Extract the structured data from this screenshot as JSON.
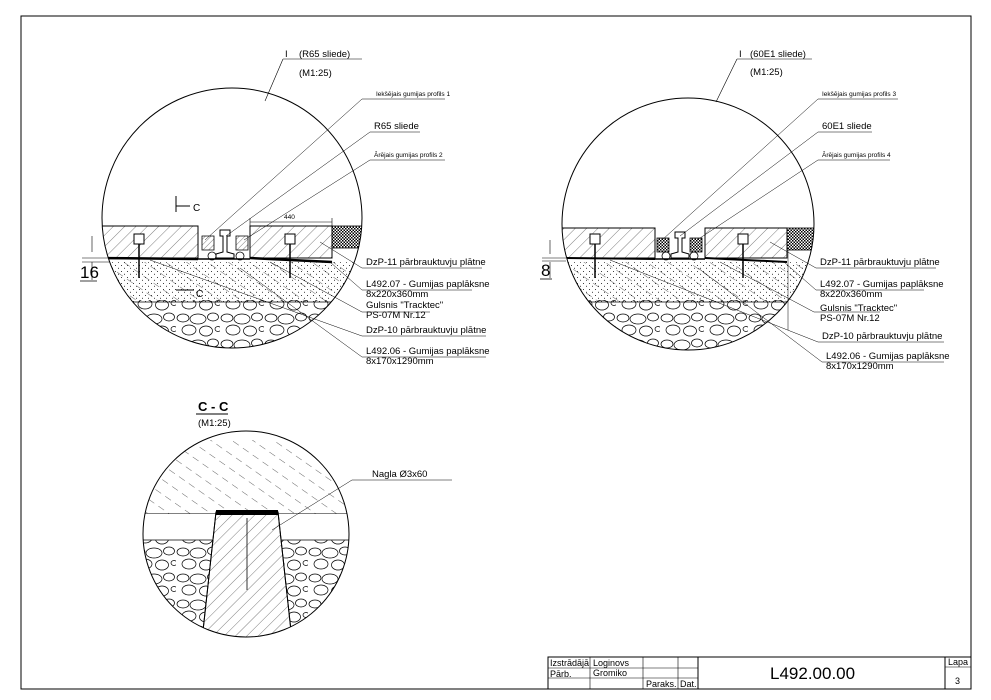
{
  "left_detail": {
    "view_mark": "I",
    "title": "(R65 sliede)",
    "scale": "(M1:25)",
    "labels": {
      "inner_profile": "Iekšējais gumijas profils 1",
      "rail": "R65 sliede",
      "outer_profile": "Ārējais gumijas profils 2",
      "dim_width": "440",
      "dzp11": "DzP-11 pārbrauktuvju plātne",
      "l49207_1": "L492.07 - Gumijas paplāksne",
      "l49207_2": "8x220x360mm",
      "sleeper_1": "Gulsnis \"Tracktec\"",
      "sleeper_2": "PS-07M Nr.12",
      "dzp10": "DzP-10 pārbrauktuvju plātne",
      "l49206_1": "L492.06 - Gumijas paplāksne",
      "l49206_2": "8x170x1290mm",
      "dim_height": "16",
      "section_mark_top": "C",
      "section_mark_bottom": "C"
    }
  },
  "right_detail": {
    "view_mark": "I",
    "title": "(60E1 sliede)",
    "scale": "(M1:25)",
    "labels": {
      "inner_profile": "Iekšējais gumijas profils 3",
      "rail": "60E1 sliede",
      "outer_profile": "Ārējais gumijas profils 4",
      "dzp11": "DzP-11 pārbrauktuvju plātne",
      "l49207_1": "L492.07 - Gumijas paplāksne",
      "l49207_2": "8x220x360mm",
      "sleeper_1": "Gulsnis \"Tracktec\"",
      "sleeper_2": "PS-07M Nr.12",
      "dzp10": "DzP-10 pārbrauktuvju plātne",
      "l49206_1": "L492.06 - Gumijas paplāksne",
      "l49206_2": "8x170x1290mm",
      "dim_height": "8"
    }
  },
  "section_cc": {
    "title": "C - C",
    "scale": "(M1:25)",
    "nail_label": "Nagla Ø3x60"
  },
  "title_block": {
    "developer_label": "Izstrādājā",
    "developer_name": "Loginovs",
    "checker_label": "Pārb.",
    "checker_name": "Gromiko",
    "signature_label": "Paraks.",
    "date_label": "Dat.",
    "drawing_number": "L492.00.00",
    "sheet_label": "Lapa",
    "sheet_number": "3"
  }
}
